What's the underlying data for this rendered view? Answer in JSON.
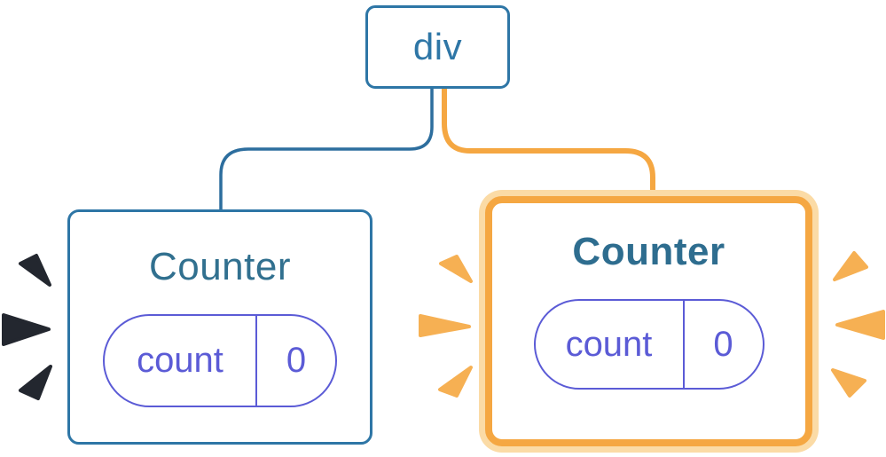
{
  "diagram": {
    "root": {
      "label": "div"
    },
    "children": [
      {
        "title": "Counter",
        "highlighted": false,
        "state_pill": {
          "name": "count",
          "value": "0"
        }
      },
      {
        "title": "Counter",
        "highlighted": true,
        "state_pill": {
          "name": "count",
          "value": "0"
        }
      }
    ]
  },
  "colors": {
    "node_border_blue": "#2E76A6",
    "connector_blue": "#2D6E9E",
    "connector_orange": "#F5A742",
    "highlight_glow_orange": "#FBDBA6",
    "state_indigo": "#5B5BD6",
    "title_teal": "#31708F",
    "burst_orange": "#F6B053",
    "burst_dark": "#23272F",
    "card_background": "#FFFFFF"
  }
}
